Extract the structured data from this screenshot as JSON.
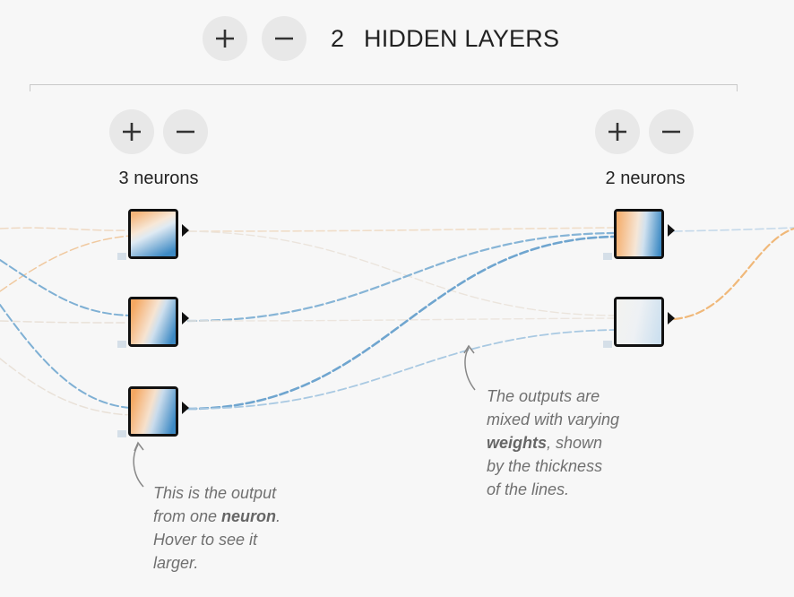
{
  "header": {
    "layer_count": "2",
    "title": "HIDDEN LAYERS",
    "add_layer_symbol": "+",
    "remove_layer_symbol": "−"
  },
  "layers": [
    {
      "neuron_label": "3 neurons",
      "add_symbol": "+",
      "remove_symbol": "−"
    },
    {
      "neuron_label": "2 neurons",
      "add_symbol": "+",
      "remove_symbol": "−"
    }
  ],
  "annotations": {
    "neuron_note": {
      "line1": "This is the output",
      "line2_pre": "from one ",
      "line2_bold": "neuron",
      "line2_post": ".",
      "line3": "Hover to see it",
      "line4": "larger."
    },
    "weights_note": {
      "line1": "The outputs are",
      "line2": "mixed with varying",
      "line3_bold": "weights",
      "line3_post": ", shown",
      "line4": "by the thickness",
      "line5": "of the lines."
    }
  },
  "colors": {
    "positive": "#f59322",
    "negative": "#0877bd",
    "link_blue": "#7fb0d4",
    "link_orange": "#f0b879",
    "link_faint": "#e6ddd2"
  },
  "icons": [
    "plus-icon",
    "minus-icon",
    "arrow-icon"
  ]
}
